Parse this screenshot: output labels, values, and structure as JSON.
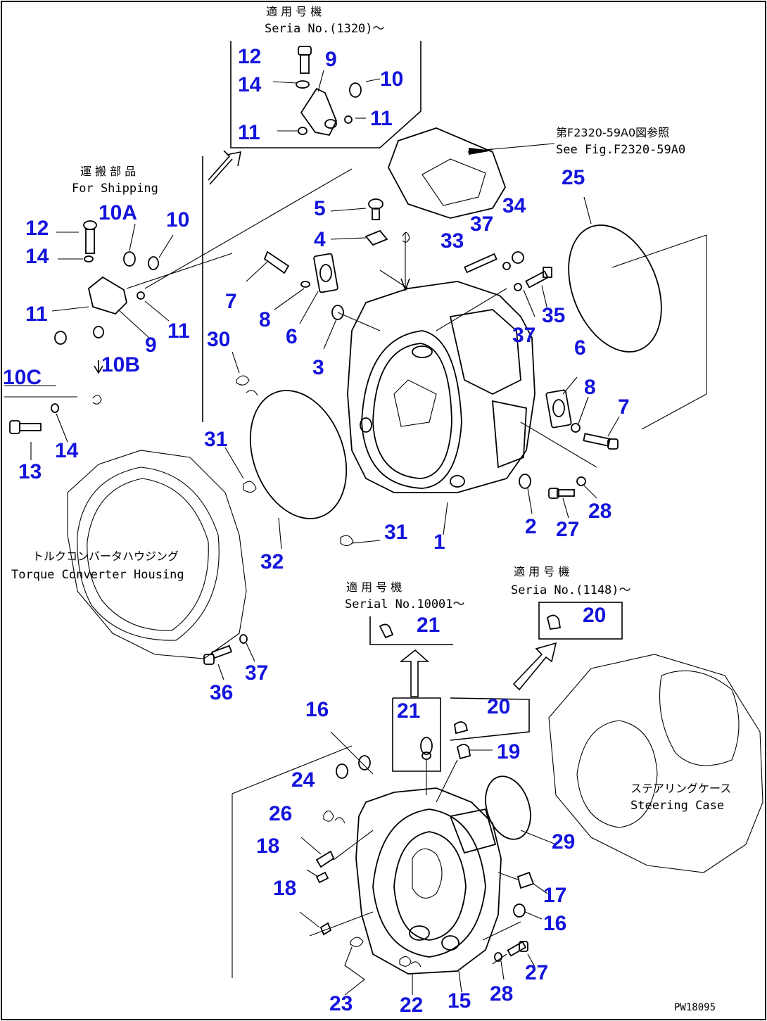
{
  "notes": {
    "serial_1320_jp": "適 用 号 機",
    "serial_1320_en": "Seria No.(1320)～",
    "shipping_jp": "運 搬 部 品",
    "shipping_en": "For Shipping",
    "see_fig_jp": "第F2320-59A0図参照",
    "see_fig_en": "See Fig.F2320-59A0",
    "torque_jp": "トルクコンバータハウジング",
    "torque_en": "Torque Converter Housing",
    "serial_10001_jp": "適 用 号 機",
    "serial_10001_en": "Serial No.10001～",
    "serial_1148_jp": "適 用 号 機",
    "serial_1148_en": "Seria No.(1148)～",
    "steering_jp": "ステアリングケース",
    "steering_en": "Steering Case",
    "drawing_code": "PW18095"
  },
  "callouts": [
    "12",
    "9",
    "14",
    "10",
    "11",
    "11",
    "12",
    "10A",
    "10",
    "14",
    "11",
    "11",
    "9",
    "10C",
    "10B",
    "14",
    "13",
    "5",
    "4",
    "33",
    "37",
    "34",
    "25",
    "7",
    "8",
    "6",
    "3",
    "37",
    "35",
    "30",
    "6",
    "8",
    "7",
    "31",
    "32",
    "31",
    "2",
    "27",
    "28",
    "1",
    "21",
    "20",
    "36",
    "37",
    "16",
    "21",
    "20",
    "19",
    "24",
    "26",
    "18",
    "18",
    "29",
    "17",
    "16",
    "27",
    "23",
    "22",
    "15",
    "28"
  ]
}
